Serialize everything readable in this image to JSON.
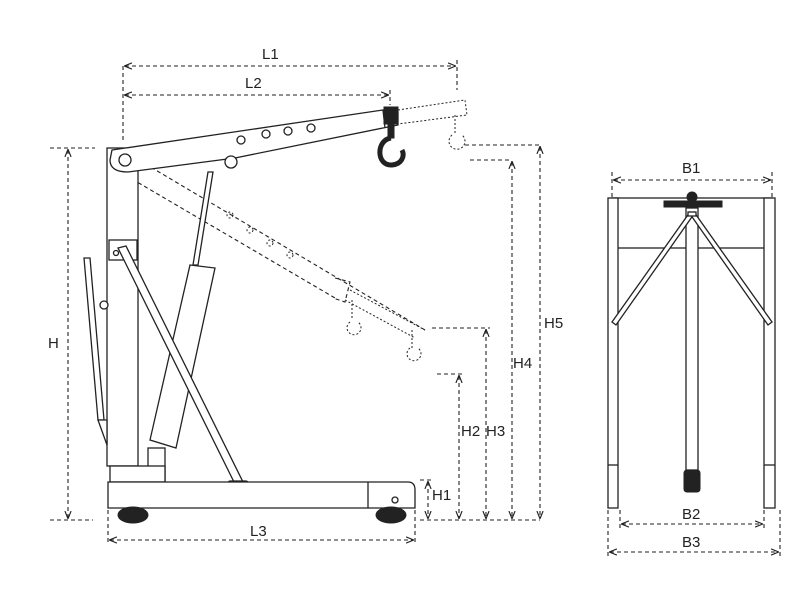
{
  "title": "Engine crane dimension diagram",
  "side_view": {
    "labels": {
      "L1": "L1",
      "L2": "L2",
      "L3": "L3",
      "H": "H",
      "H1": "H1",
      "H2": "H2",
      "H3": "H3",
      "H4": "H4",
      "H5": "H5"
    }
  },
  "front_view": {
    "labels": {
      "B1": "B1",
      "B2": "B2",
      "B3": "B3"
    }
  },
  "colors": {
    "line": "#222222",
    "background": "#ffffff"
  }
}
